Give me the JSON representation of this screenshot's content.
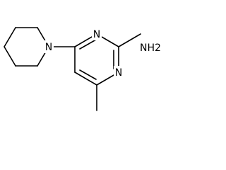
{
  "molecule": {
    "labels": {
      "piperidine_n": "N",
      "ring_n_top": "N",
      "ring_n_right": "N",
      "amine": "NH2"
    }
  },
  "colors": {
    "bond": "#000000",
    "background": "#ffffff"
  }
}
